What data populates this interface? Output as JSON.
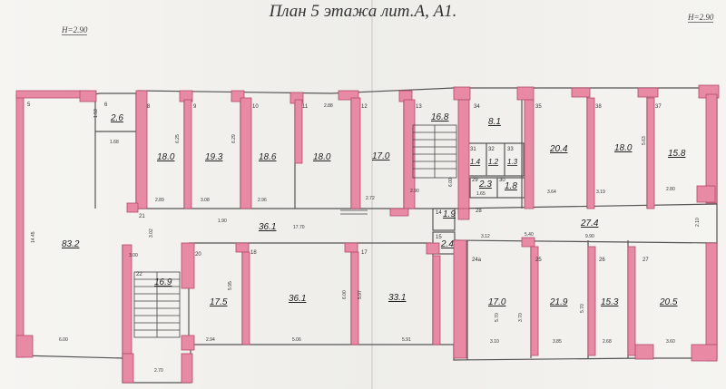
{
  "header": {
    "title": "План 5 этажа лит.А, А1.",
    "height_left": "Н=2.90",
    "height_right": "Н=2.90"
  },
  "rooms": [
    {
      "num": "5",
      "area": "83.2"
    },
    {
      "num": "6",
      "area": "2.6"
    },
    {
      "num": "8",
      "area": "18.0"
    },
    {
      "num": "9",
      "area": "19.3"
    },
    {
      "num": "10",
      "area": "18.6"
    },
    {
      "num": "11",
      "area": "18.0"
    },
    {
      "num": "12",
      "area": "17.0"
    },
    {
      "num": "13",
      "area": "16.8"
    },
    {
      "num": "34",
      "area": "8.1"
    },
    {
      "num": "35",
      "area": "20.4"
    },
    {
      "num": "38",
      "area": "18.0"
    },
    {
      "num": "37",
      "area": "15.8"
    },
    {
      "num": "21",
      "area": "36.1"
    },
    {
      "num": "28",
      "area": "27.4"
    },
    {
      "num": "22",
      "area": "16.9"
    },
    {
      "num": "20",
      "area": "17.5"
    },
    {
      "num": "18",
      "area": "36.1"
    },
    {
      "num": "17",
      "area": "33.1"
    },
    {
      "num": "24a",
      "area": "17.0"
    },
    {
      "num": "25",
      "area": "21.9"
    },
    {
      "num": "26",
      "area": "15.3"
    },
    {
      "num": "27",
      "area": "20.5"
    },
    {
      "num": "31",
      "area": "1.4"
    },
    {
      "num": "32",
      "area": "1.2"
    },
    {
      "num": "33",
      "area": "1.3"
    },
    {
      "num": "29",
      "area": "2.3"
    },
    {
      "num": "30",
      "area": "1.8"
    },
    {
      "num": "14",
      "area": "1.9"
    },
    {
      "num": "15",
      "area": "2.4"
    }
  ],
  "dimensions": [
    "6.00",
    "5.06",
    "5.91",
    "3.10",
    "3.85",
    "2.68",
    "3.60",
    "2.94",
    "2.70",
    "2.89",
    "3.08",
    "2.96",
    "2.72",
    "2.90",
    "1.65",
    "3.64",
    "3.19",
    "2.80",
    "17.70",
    "3.12",
    "5.40",
    "9.90",
    "14.45",
    "1.53",
    "1.68",
    "2.88",
    "6.00",
    "6.25",
    "6.29",
    "3.00",
    "1.90",
    "3.02",
    "5.95",
    "6.00",
    "5.97",
    "5.70",
    "3.70",
    "5.70",
    "5.63",
    "2.10"
  ]
}
